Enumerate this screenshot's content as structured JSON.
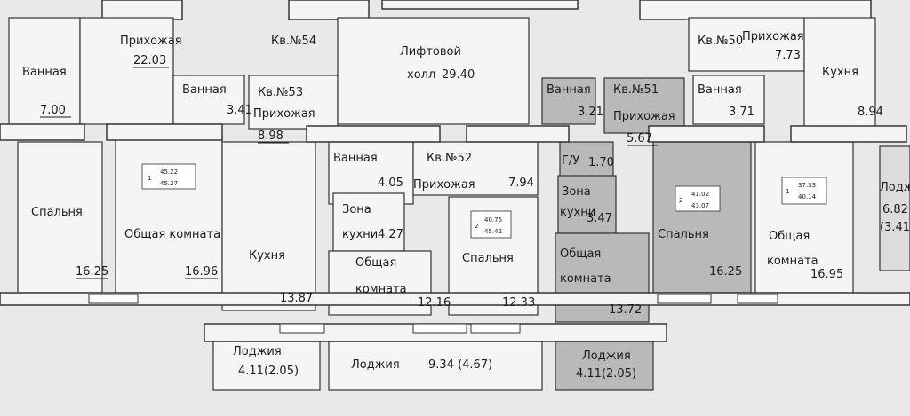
{
  "apartments": {
    "a54": {
      "label": "Кв.№54",
      "hall": "Прихожая",
      "hall_area": "22.03",
      "bath": "Ванная",
      "bath_area": "7.00",
      "bedroom": "Спальня",
      "bedroom_area": "16.25",
      "living": "Общая комната",
      "living_area": "16.96"
    },
    "a53": {
      "label": "Кв.№53",
      "bath": "Ванная",
      "bath_area": "3.41",
      "hall": "Прихожая",
      "hall_area": "8.98",
      "kitchen": "Кухня",
      "kitchen_area": "13.87",
      "tag_num": "1",
      "tag_a": "45.22",
      "tag_b": "45.27"
    },
    "a52": {
      "label": "Кв.№52",
      "bath": "Ванная",
      "bath_area": "4.05",
      "hall": "Прихожая",
      "hall_area": "7.94",
      "kitchen_zone_1": "Зона",
      "kitchen_zone_2": "кухни",
      "kitchen_area": "4.27",
      "living_1": "Общая",
      "living_2": "комната",
      "living_area": "12.16",
      "bedroom": "Спальня",
      "bedroom_area": "12.33",
      "tag_num": "2",
      "tag_a": "40.75",
      "tag_b": "45.42"
    },
    "a51": {
      "label": "Кв.№51",
      "bath": "Ванная",
      "bath_area": "3.21",
      "hall": "Прихожая",
      "hall_area": "5.67",
      "closet": "Г/У",
      "closet_area": "1.70",
      "kitchen_zone_1": "Зона",
      "kitchen_zone_2": "кухни",
      "kitchen_area": "3.47",
      "living_1": "Общая",
      "living_2": "комната",
      "living_area": "13.72",
      "bedroom": "Спальня",
      "bedroom_area": "16.25",
      "tag_num": "2",
      "tag_a": "41.02",
      "tag_b": "43.07"
    },
    "a50": {
      "label": "Кв.№50",
      "hall": "Прихожая",
      "hall_area": "7.73",
      "kitchen": "Кухня",
      "kitchen_area": "8.94",
      "bath": "Ванная",
      "bath_area": "3.71",
      "living_1": "Общая",
      "living_2": "комната",
      "living_area": "16.95",
      "tag_num": "1",
      "tag_a": "37.33",
      "tag_b": "40.14"
    }
  },
  "common": {
    "lift_hall_1": "Лифтовой",
    "lift_hall_2": "холл",
    "lift_hall_area": "29.40",
    "loggia_label": "Лоджия",
    "loggia_left": "4.11(2.05)",
    "loggia_mid": "9.34 (4.67)",
    "loggia_right": "4.11(2.05)",
    "loggia_far_right": "6.82",
    "loggia_far_right_half": "(3.41)"
  }
}
